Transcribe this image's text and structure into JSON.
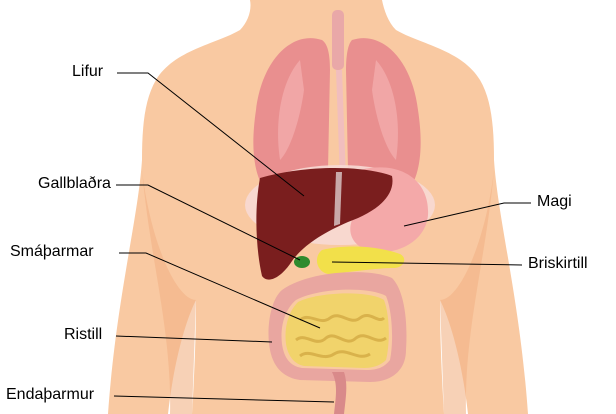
{
  "labels": {
    "lifur": "Lifur",
    "gallbladra": "Gallblaðra",
    "smatharmar": "Smáþarmar",
    "ristill": "Ristill",
    "endatharmur": "Endaþarmur",
    "magi": "Magi",
    "briskirtill": "Briskirtill"
  },
  "colors": {
    "skin": "#F9C9A2",
    "skin_shadow": "#F2B386",
    "lungs": "#E98F8F",
    "liver": "#7A1E1E",
    "gallbladder": "#2E8B2E",
    "stomach": "#F4A9A9",
    "pancreas": "#F2E04A",
    "small_intestine": "#F1D36B",
    "colon": "#E9A6A0",
    "rectum": "#D98A8A",
    "leader_line": "#000000"
  }
}
